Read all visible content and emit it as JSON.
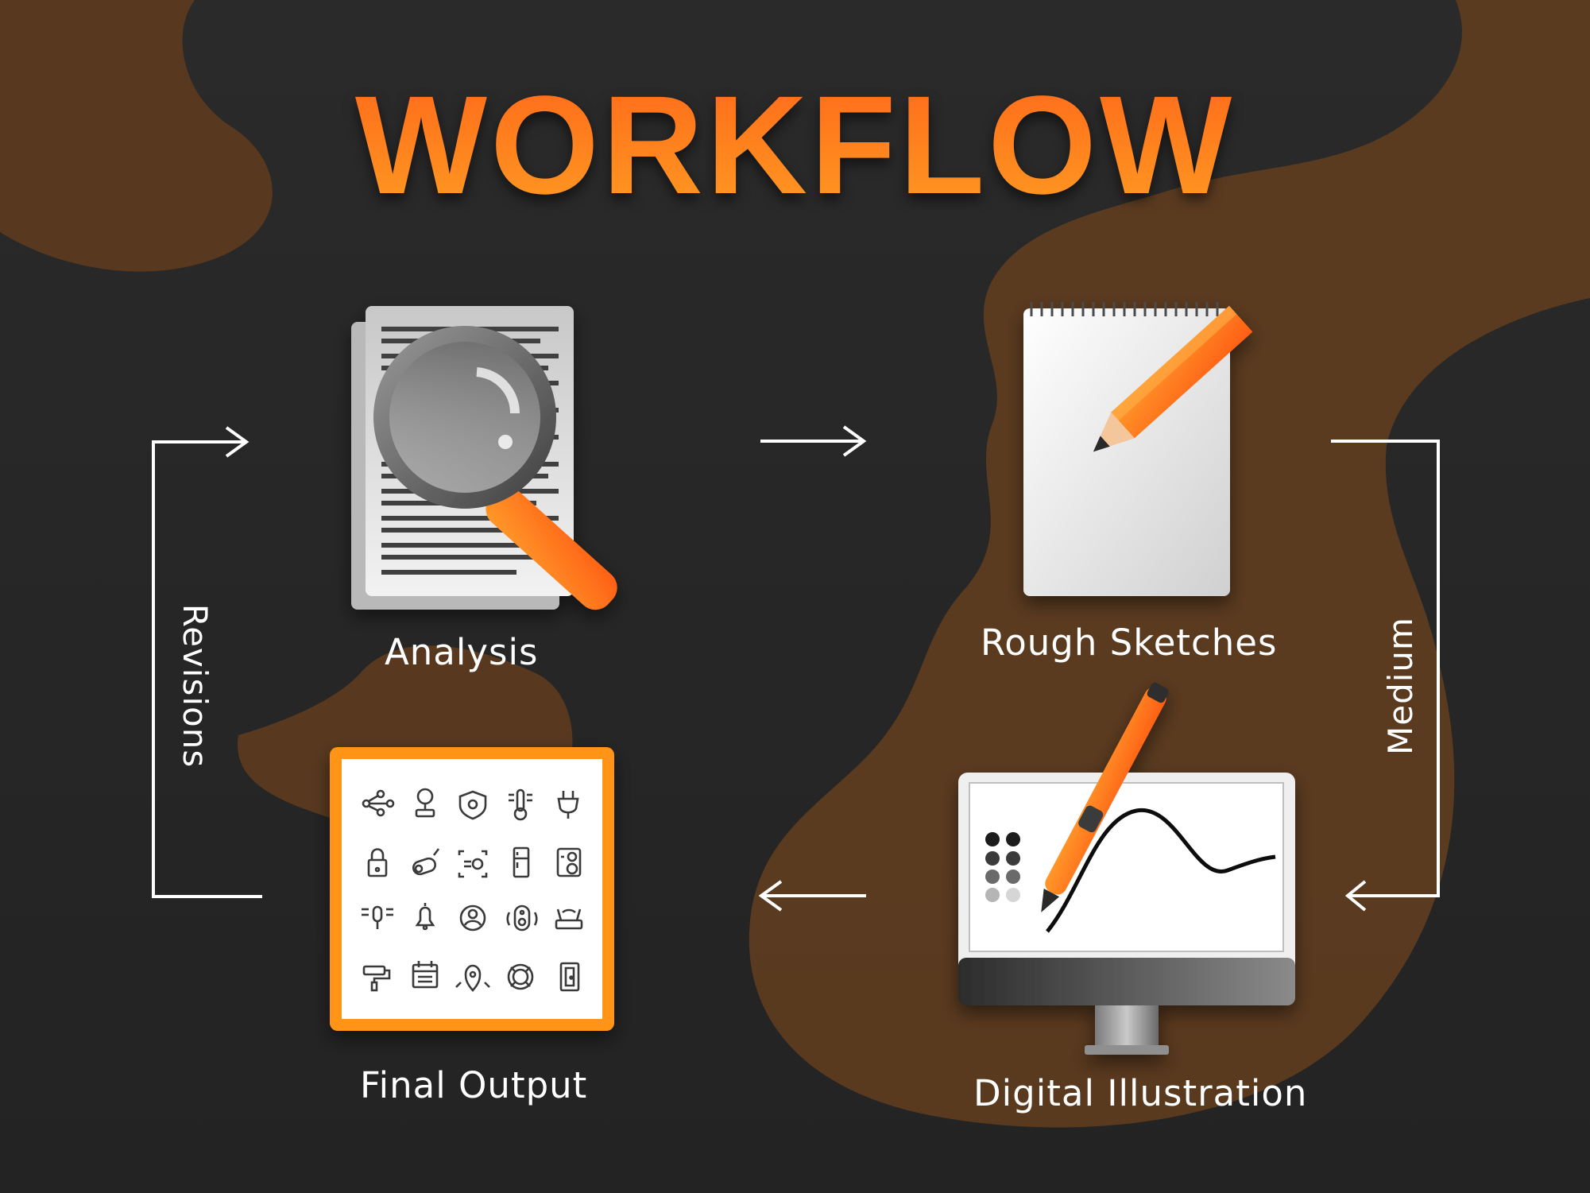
{
  "title": "WORKFLOW",
  "steps": {
    "analysis": "Analysis",
    "rough_sketches": "Rough Sketches",
    "digital_illustration": "Digital Illustration",
    "final_output": "Final Output"
  },
  "connectors": {
    "medium": "Medium",
    "revisions": "Revisions"
  },
  "colors": {
    "background": "#262626",
    "accent_orange": "#ff7a1a",
    "blob_brown": "#5e3c20"
  },
  "icons": {
    "analysis": "document-magnifier-icon",
    "rough_sketches": "notepad-pencil-icon",
    "digital_illustration": "monitor-stylus-icon",
    "final_output": "icon-grid-board"
  }
}
